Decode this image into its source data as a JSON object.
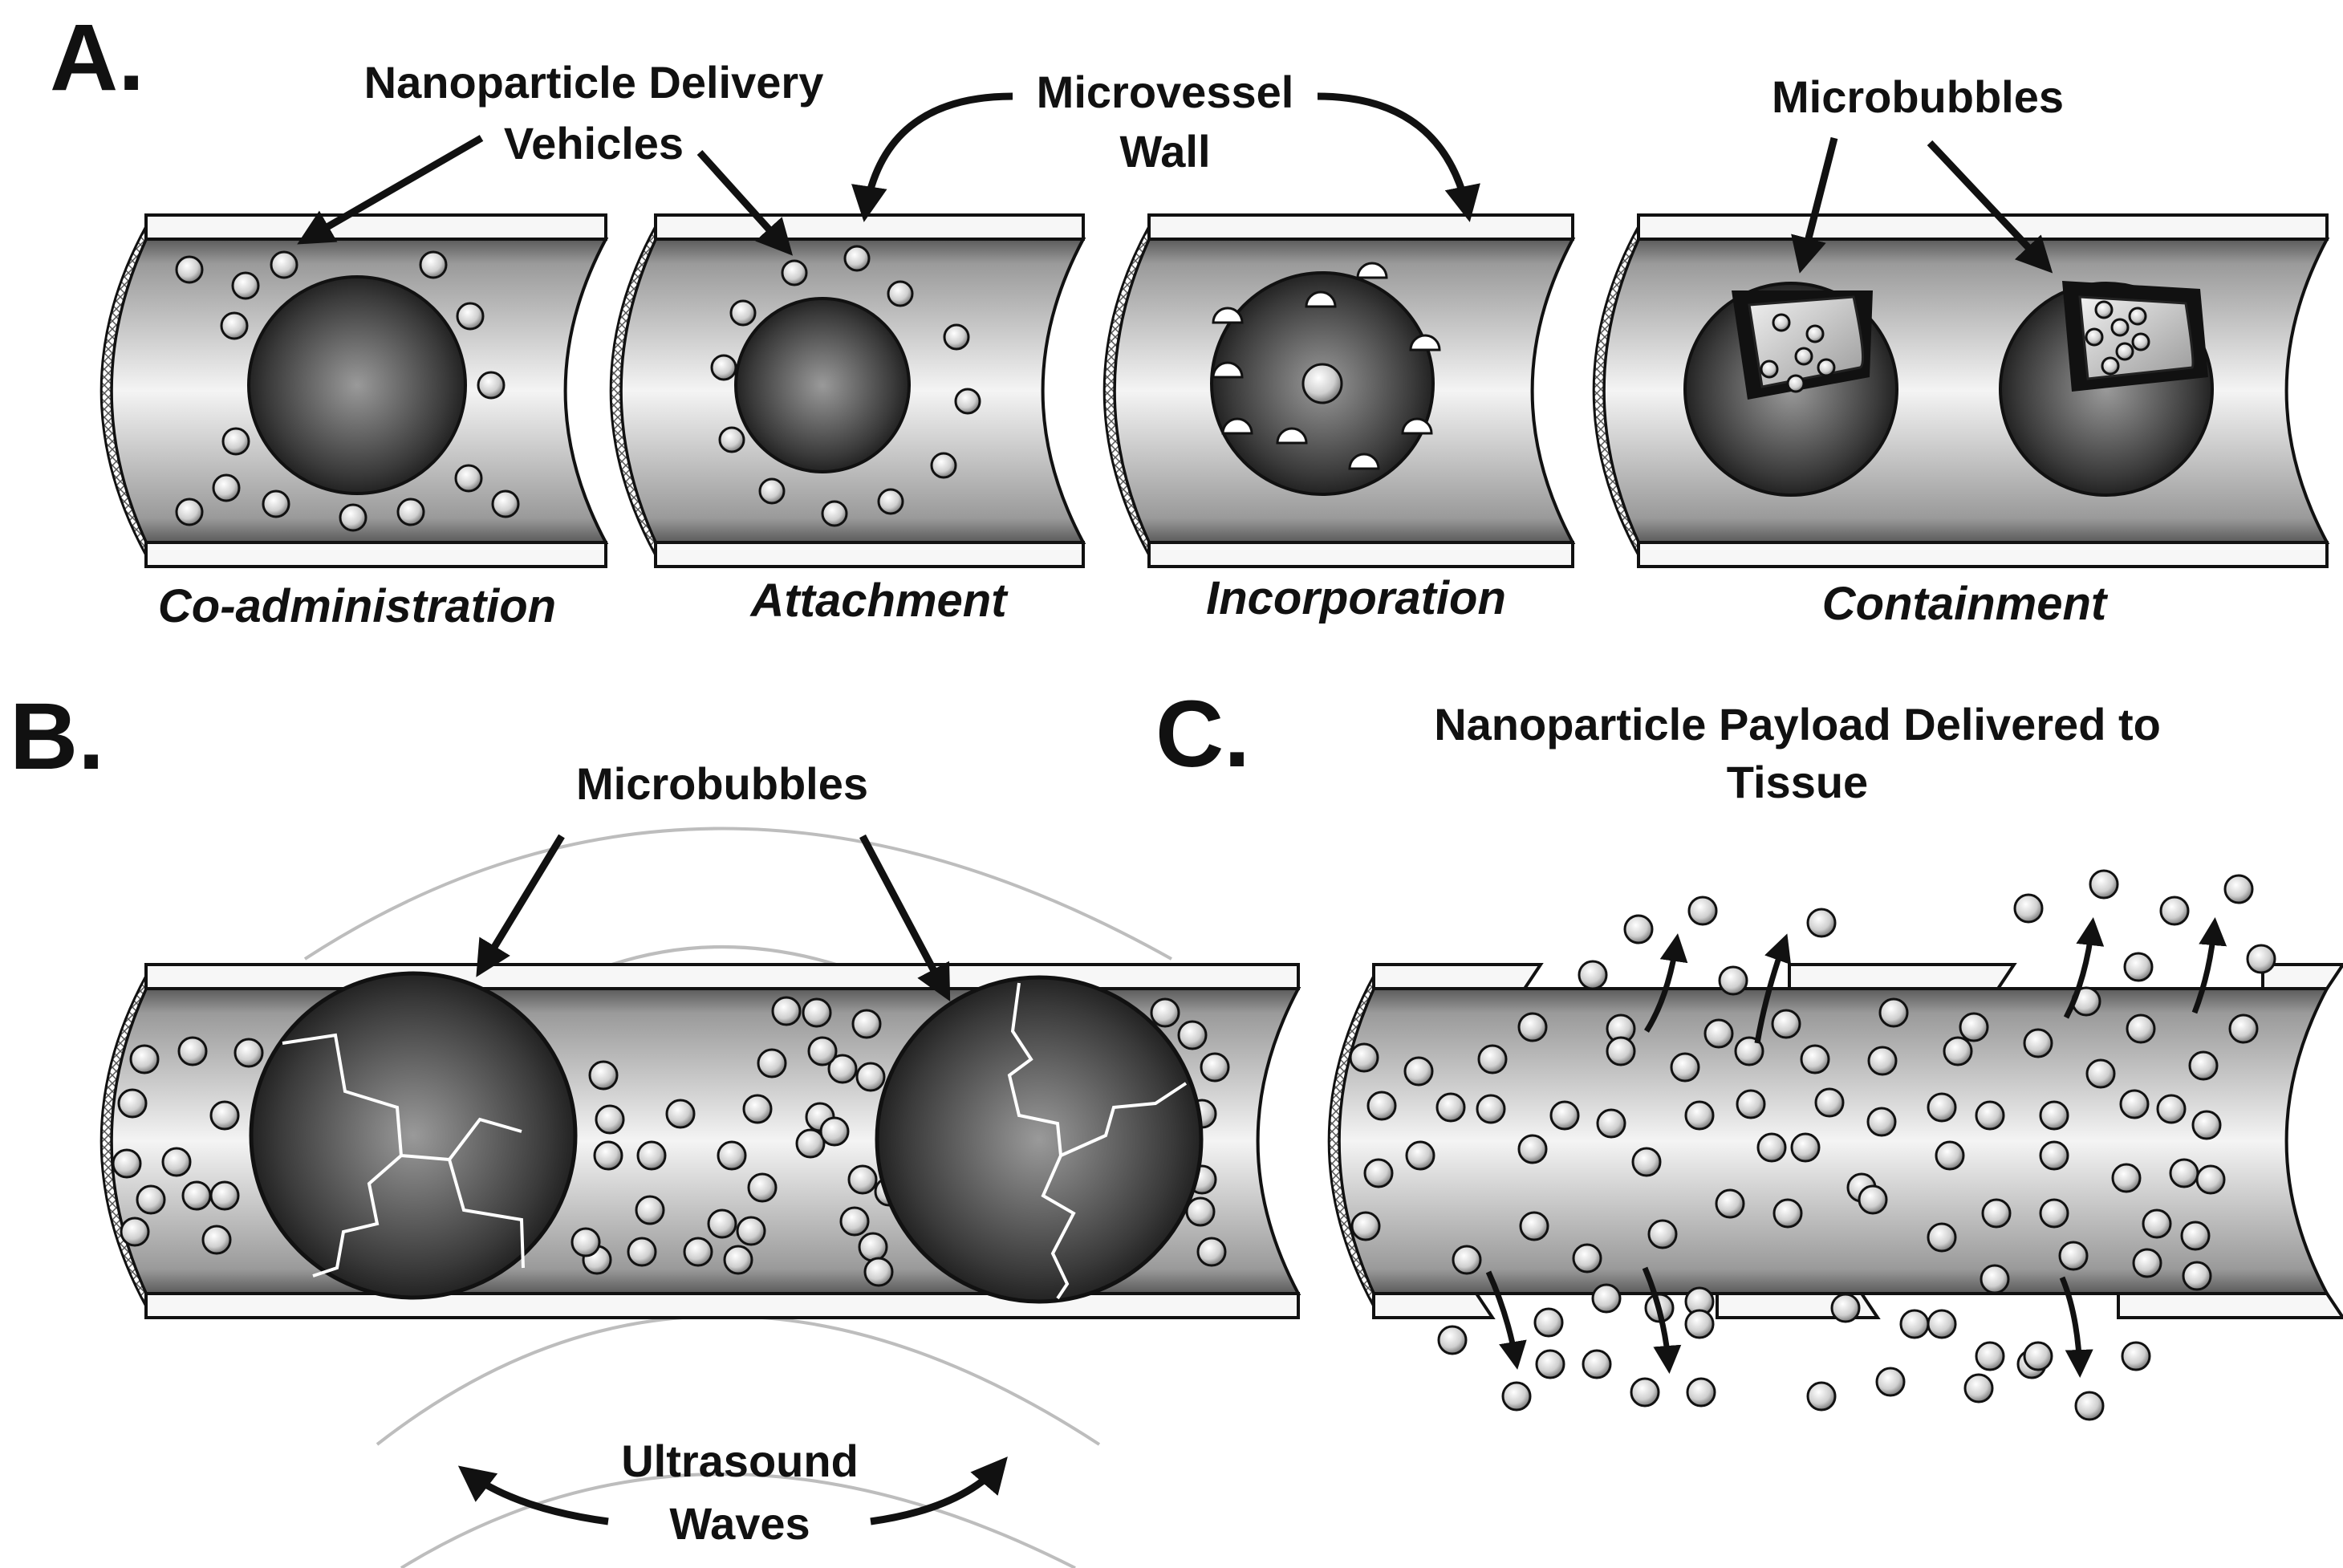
{
  "panels": {
    "a": {
      "letter": "A.",
      "label_delivery_line1": "Nanoparticle Delivery",
      "label_delivery_line2": "Vehicles",
      "label_wall_line1": "Microvessel",
      "label_wall_line2": "Wall",
      "label_microbubbles": "Microbubbles",
      "captions": [
        "Co-administration",
        "Attachment",
        "Incorporation",
        "Containment"
      ]
    },
    "b": {
      "letter": "B.",
      "label_microbubbles": "Microbubbles",
      "label_ultrasound_line1": "Ultrasound",
      "label_ultrasound_line2": "Waves"
    },
    "c": {
      "letter": "C.",
      "title_line1": "Nanoparticle Payload Delivered to",
      "title_line2": "Tissue"
    }
  },
  "colors": {
    "ink": "#111111",
    "vessel_light": "#f2f2f2",
    "vessel_mid": "#8c8c8c",
    "bubble_dark": "#1e1e1e",
    "bubble_light": "#8a8a8a",
    "crack": "#ffffff",
    "wave": "#bdbdbd"
  }
}
